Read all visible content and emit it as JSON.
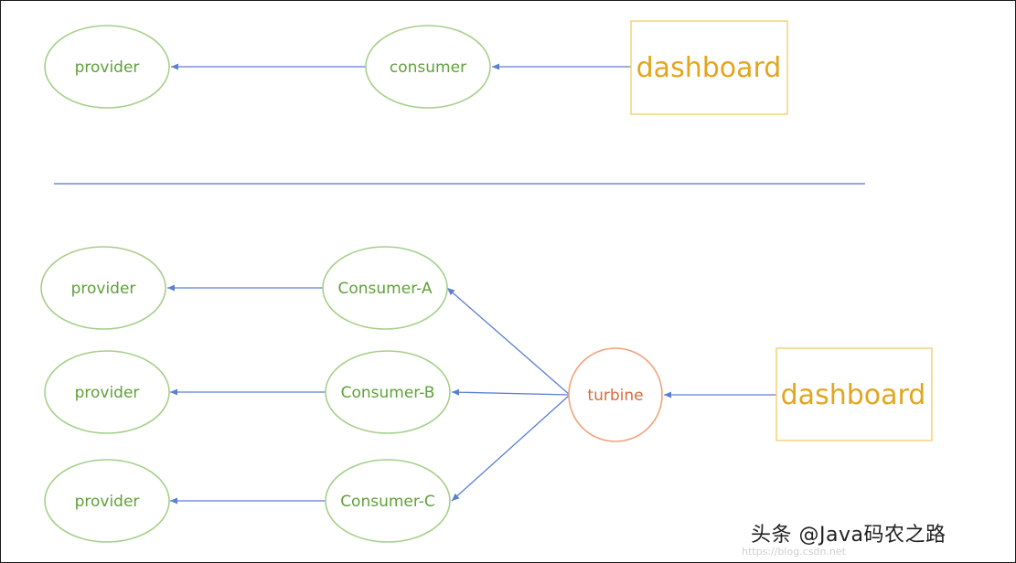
{
  "top": {
    "provider_label": "provider",
    "consumer_label": "consumer",
    "dashboard_label": "dashboard"
  },
  "bottom": {
    "provider_a_label": "provider",
    "provider_b_label": "provider",
    "provider_c_label": "provider",
    "consumer_a_label": "Consumer-A",
    "consumer_b_label": "Consumer-B",
    "consumer_c_label": "Consumer-C",
    "turbine_label": "turbine",
    "dashboard_label": "dashboard"
  },
  "watermark": {
    "text": "头条 @Java码农之路",
    "url": "https://blog.csdn.net"
  },
  "colors": {
    "node_stroke": "#a6cf8a",
    "node_text": "#5fa03a",
    "turbine_stroke": "#f0a27c",
    "turbine_text": "#d86a36",
    "dashboard_stroke": "#f3cf6c",
    "dashboard_text": "#e3a51e",
    "edge": "#5b7fd1"
  }
}
